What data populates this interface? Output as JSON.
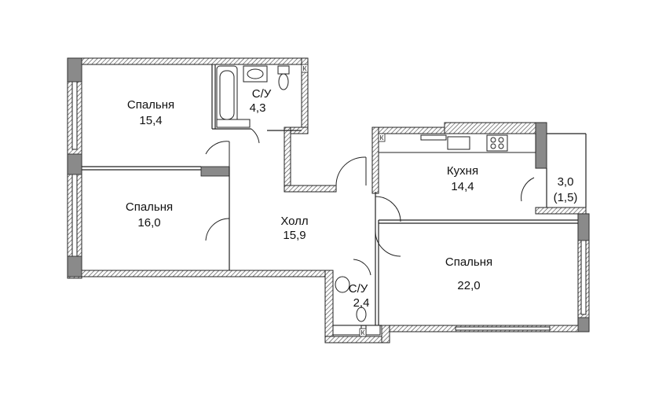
{
  "rooms": {
    "bedroom_top": {
      "name": "Спальня",
      "area": "15,4"
    },
    "bathroom_top": {
      "name": "С/У",
      "area": "4,3"
    },
    "bedroom_left": {
      "name": "Спальня",
      "area": "16,0"
    },
    "hall": {
      "name": "Холл",
      "area": "15,9"
    },
    "kitchen": {
      "name": "Кухня",
      "area": "14,4"
    },
    "balcony": {
      "name": "3,0",
      "area": "(1,5)"
    },
    "bedroom_right": {
      "name": "Спальня",
      "area": "22,0"
    },
    "bathroom_bottom": {
      "name": "С/У",
      "area": "2,4"
    }
  },
  "markers": {
    "k": "К"
  },
  "colors": {
    "wall_fill": "#ffffff",
    "wall_hatch": "#555555",
    "wall_stroke": "#222222",
    "accent_block": "#8a8a8a"
  }
}
